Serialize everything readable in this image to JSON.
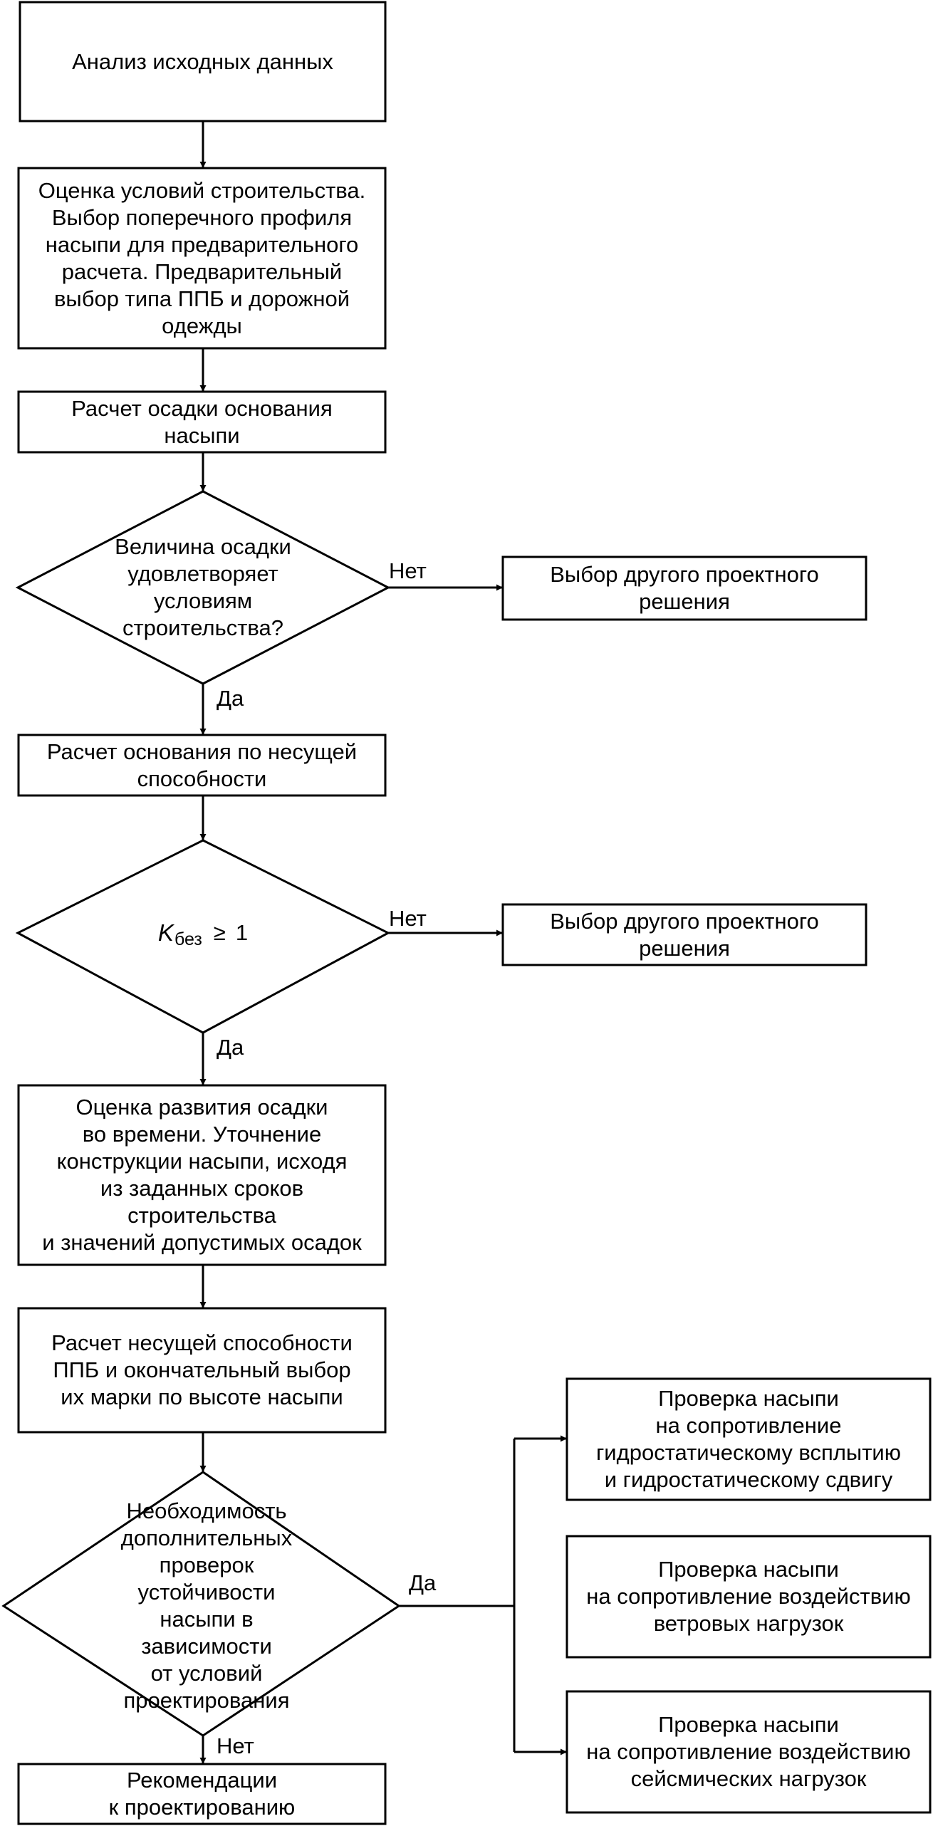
{
  "boxes": {
    "analysis": "Анализ исходных данных",
    "conditions": "Оценка условий строительства.\nВыбор поперечного профиля\nнасыпи для предварительного\nрасчета. Предварительный\nвыбор типа ППБ и дорожной\nодежды",
    "settlement_calc": "Расчет осадки основания\nнасыпи",
    "alt_solution_1": "Выбор другого проектного\nрешения",
    "bearing_calc": "Расчет основания по несущей\nспособности",
    "alt_solution_2": "Выбор другого проектного\nрешения",
    "time_evaluation": "Оценка развития осадки\nво времени. Уточнение\nконструкции насыпи, исходя\nиз заданных сроков\nстроительства\nи значений допустимых осадок",
    "ppb_bearing": "Расчет несущей способности\nППБ и окончательный выбор\nих марки по высоте насыпи",
    "check_hydro": "Проверка насыпи\nна сопротивление\nгидростатическому всплытию\nи гидростатическому сдвигу",
    "check_wind": "Проверка насыпи\nна сопротивление воздействию\nветровых нагрузок",
    "check_seismic": "Проверка насыпи\nна сопротивление воздействию\nсейсмических нагрузок",
    "recommendations": "Рекомендации\nк проектированию"
  },
  "decisions": {
    "settlement_ok": "Величина осадки\nудовлетворяет условиям\nстроительства?",
    "safety": {
      "symbol": "K",
      "subscript": "без",
      "operator": "≥",
      "value": "1"
    },
    "extra_checks": "Необходимость\nдополнительных\nпроверок устойчивости\nнасыпи в зависимости\nот условий\nпроектирования"
  },
  "labels": {
    "no_1": "Нет",
    "yes_1": "Да",
    "no_2": "Нет",
    "yes_2": "Да",
    "yes_3": "Да",
    "no_3": "Нет"
  },
  "colors": {
    "line": "#000000",
    "background": "#ffffff"
  }
}
